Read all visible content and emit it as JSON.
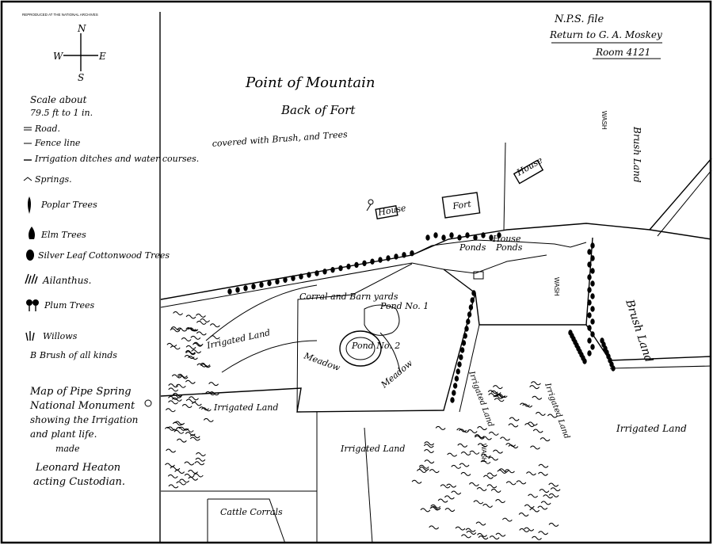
{
  "archive_stamp": "REPRODUCED AT THE NATIONAL ARCHIVES",
  "compass": {
    "north": "N",
    "south": "S",
    "east": "E",
    "west": "W"
  },
  "scale": {
    "line1": "Scale about",
    "line2": "79.5 ft to 1 in."
  },
  "legend": [
    {
      "label": "Road.",
      "icon": "road-icon"
    },
    {
      "label": "Fence line",
      "icon": "fence-line-icon"
    },
    {
      "label": "Irrigation ditches and water courses.",
      "icon": "ditch-icon"
    },
    {
      "label": "Springs.",
      "icon": "spring-icon"
    },
    {
      "label": "Poplar Trees",
      "icon": "poplar-tree-icon"
    },
    {
      "label": "Elm Trees",
      "icon": "elm-tree-icon"
    },
    {
      "label": "Silver Leaf Cottonwood Trees",
      "icon": "cottonwood-tree-icon"
    },
    {
      "label": "Ailanthus.",
      "icon": "ailanthus-icon"
    },
    {
      "label": "Plum Trees",
      "icon": "plum-tree-icon"
    },
    {
      "label": "Willows",
      "icon": "willow-icon"
    },
    {
      "label": "Brush of all kinds",
      "icon": "brush-icon"
    }
  ],
  "description": {
    "line1": "Map of Pipe Spring",
    "line2": "National Monument",
    "line3": "showing the Irrigation",
    "line4": "and plant life.",
    "line5": "made",
    "signature1": "Leonard Heaton",
    "signature2": "acting Custodian."
  },
  "file_note": {
    "line1": "N.P.S. file",
    "line2": "Return to G. A. Moskey",
    "line3": "Room 4121"
  },
  "map_labels": {
    "point_title": "Point of Mountain",
    "back_of_fort": "Back of Fort",
    "covered_note": "covered with Brush, and Trees",
    "fort": "Fort",
    "house1": "House",
    "house2": "House",
    "house3": "House",
    "ponds1": "Ponds",
    "ponds2": "Ponds",
    "wash_upper": "WASH",
    "wash_middle": "WASH",
    "wash_lower": "WASH",
    "brush_land_right": "Brush Land",
    "brush_land_lower": "Brush Land",
    "irrigated_land_1": "Irrigated Land",
    "irrigated_land_2": "Irrigated Land",
    "irrigated_land_3": "Irrigated Land",
    "irrigated_land_4": "Irrigated Land",
    "irrigated_land_5": "Irrigated Land",
    "irrigated_land_6": "Irrigated Land",
    "corral": "Corral and Barn yards",
    "pond_1": "Pond No. 1",
    "pond_2": "Pond No. 2",
    "meadow_1": "Meadow",
    "meadow_2": "Meadow",
    "cattle_corrals": "Cattle Corrals"
  }
}
